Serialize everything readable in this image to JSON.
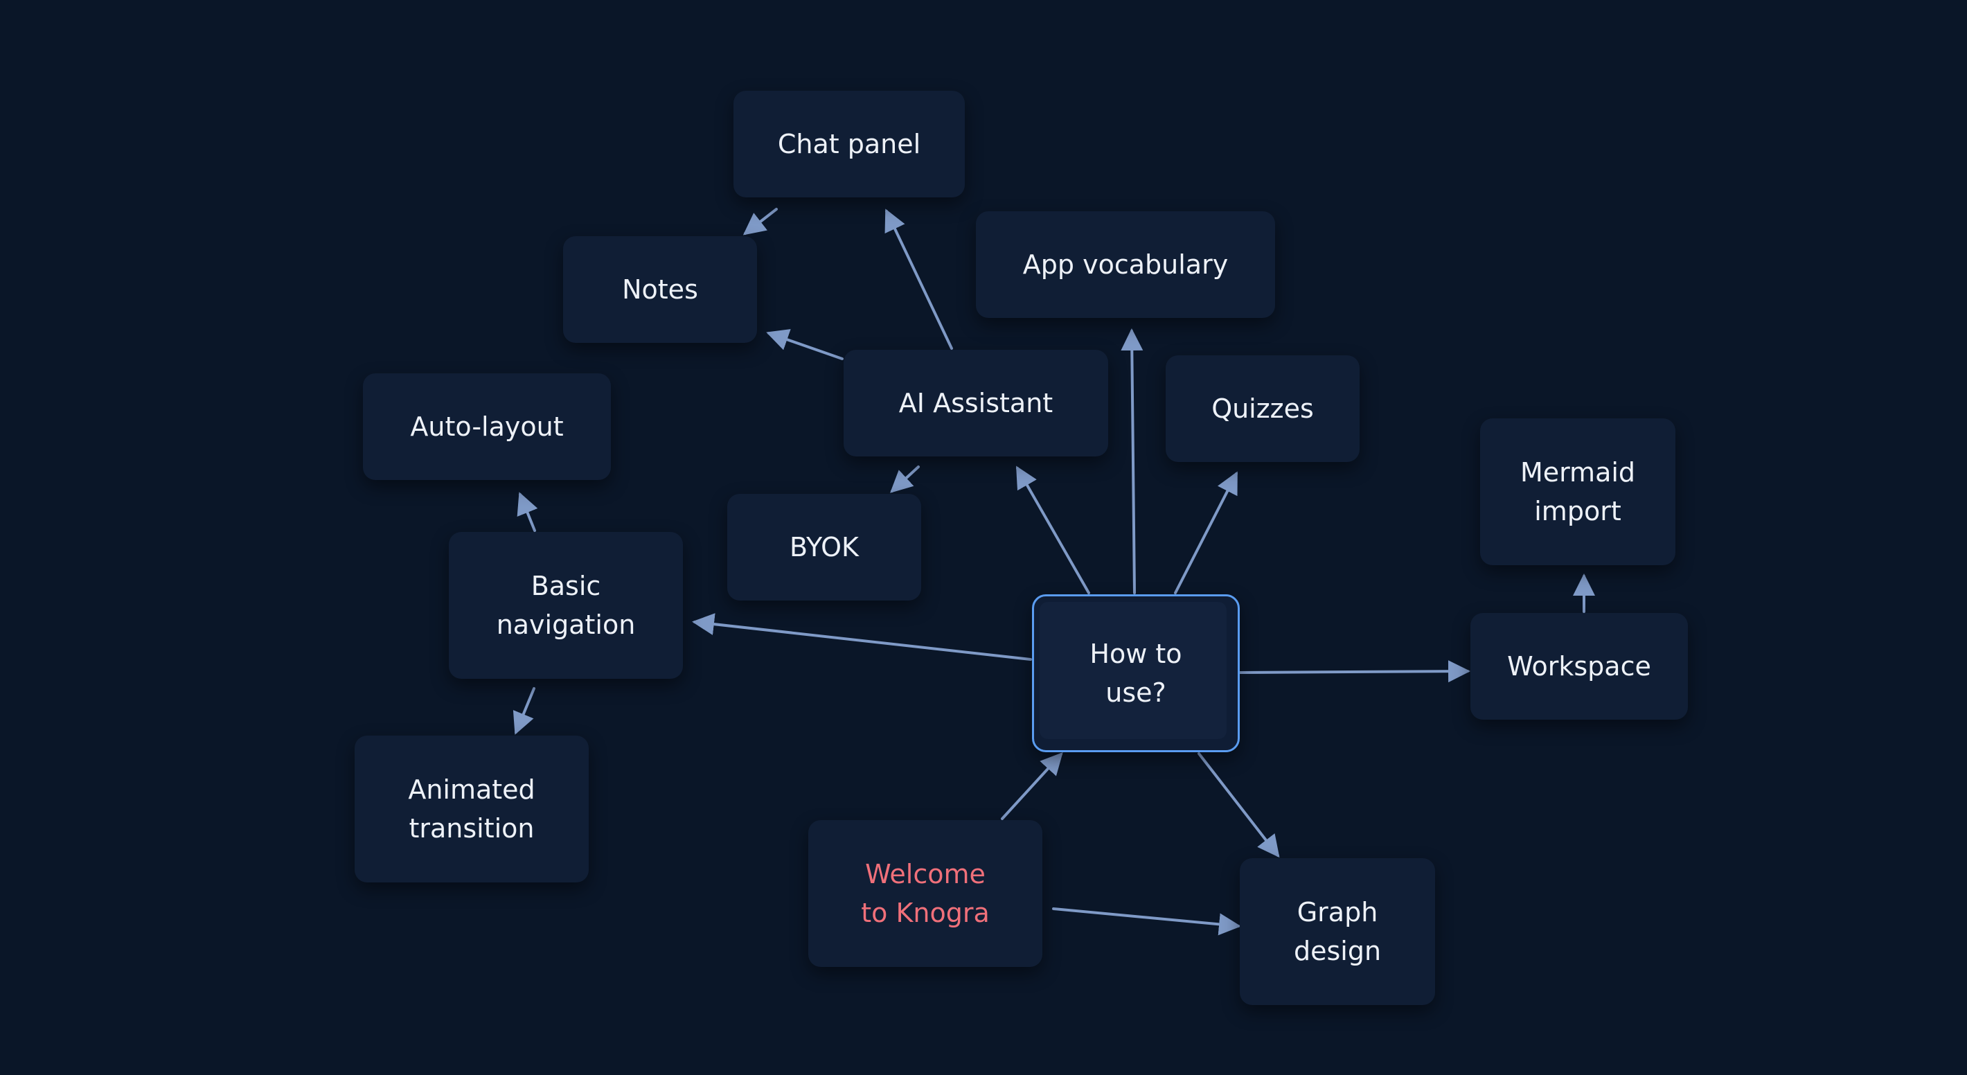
{
  "colors": {
    "background": "#0a1628",
    "node_fill": "#101e35",
    "node_text": "#eef2f8",
    "root_border": "#5a9cf0",
    "highlight_text": "#f0707a",
    "edge": "#7f9ac7"
  },
  "nodes": {
    "chat_panel": "Chat panel",
    "notes": "Notes",
    "app_vocabulary": "App vocabulary",
    "ai_assistant": "AI Assistant",
    "quizzes": "Quizzes",
    "auto_layout": "Auto-layout",
    "byok": "BYOK",
    "mermaid_import": "Mermaid\nimport",
    "basic_navigation": "Basic\nnavigation",
    "how_to_use": "How to\nuse?",
    "workspace": "Workspace",
    "animated_transition": "Animated\ntransition",
    "welcome": "Welcome\nto Knogra",
    "graph_design": "Graph\ndesign"
  },
  "edges": [
    {
      "from": "how_to_use",
      "to": "app_vocabulary"
    },
    {
      "from": "how_to_use",
      "to": "ai_assistant"
    },
    {
      "from": "how_to_use",
      "to": "quizzes"
    },
    {
      "from": "how_to_use",
      "to": "basic_navigation"
    },
    {
      "from": "how_to_use",
      "to": "workspace"
    },
    {
      "from": "how_to_use",
      "to": "graph_design"
    },
    {
      "from": "welcome",
      "to": "how_to_use"
    },
    {
      "from": "welcome",
      "to": "graph_design"
    },
    {
      "from": "ai_assistant",
      "to": "chat_panel"
    },
    {
      "from": "ai_assistant",
      "to": "notes"
    },
    {
      "from": "ai_assistant",
      "to": "byok"
    },
    {
      "from": "chat_panel",
      "to": "notes"
    },
    {
      "from": "basic_navigation",
      "to": "auto_layout"
    },
    {
      "from": "basic_navigation",
      "to": "animated_transition"
    },
    {
      "from": "workspace",
      "to": "mermaid_import"
    }
  ]
}
